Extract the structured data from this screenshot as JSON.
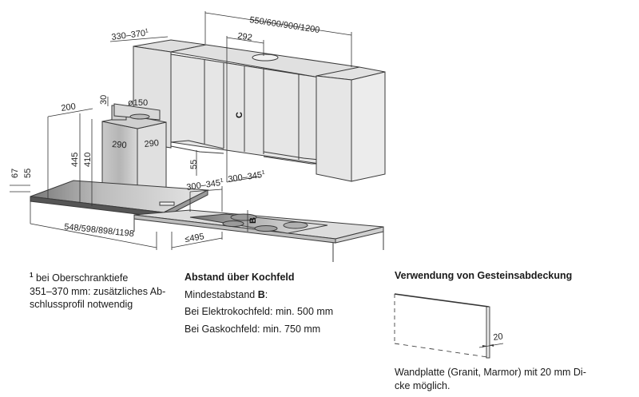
{
  "drawing": {
    "dimensions": {
      "total_width": "550/600/900/1200",
      "cabinet_depth": "330–370",
      "cabinet_depth_note_mark": "1",
      "chimney_offset": "292",
      "label_c": "C",
      "hood_depth_top": "200",
      "top_gap": "30",
      "duct_diameter": "ø150",
      "chimney_width": "290",
      "chimney_depth": "290",
      "height_total": "445",
      "height_chimney": "410",
      "side_67": "67",
      "side_55": "55",
      "shelf_55": "55",
      "depth_left": "300–345",
      "depth_left_note_mark": "1",
      "depth_right": "300–345",
      "depth_right_note_mark": "1",
      "hood_width": "548/598/898/1198",
      "max_depth": "≤495",
      "label_b": "B"
    }
  },
  "footnote": {
    "mark": "1",
    "lines": [
      "bei Oberschranktiefe",
      "351–370 mm: zusätzliches Ab-",
      "schlussprofil notwendig"
    ]
  },
  "distance": {
    "heading": "Abstand über Kochfeld",
    "min_label": "Mindestabstand ",
    "min_letter": "B",
    "min_suffix": ":",
    "electric": "Bei Elektrokochfeld: min. 500 mm",
    "gas": "Bei Gaskochfeld: min. 750 mm"
  },
  "stone": {
    "heading": "Verwendung von Gesteinsabdeckung",
    "thickness": "20",
    "caption_lines": [
      "Wandplatte (Granit, Marmor) mit 20 mm Di-",
      "cke möglich."
    ]
  }
}
